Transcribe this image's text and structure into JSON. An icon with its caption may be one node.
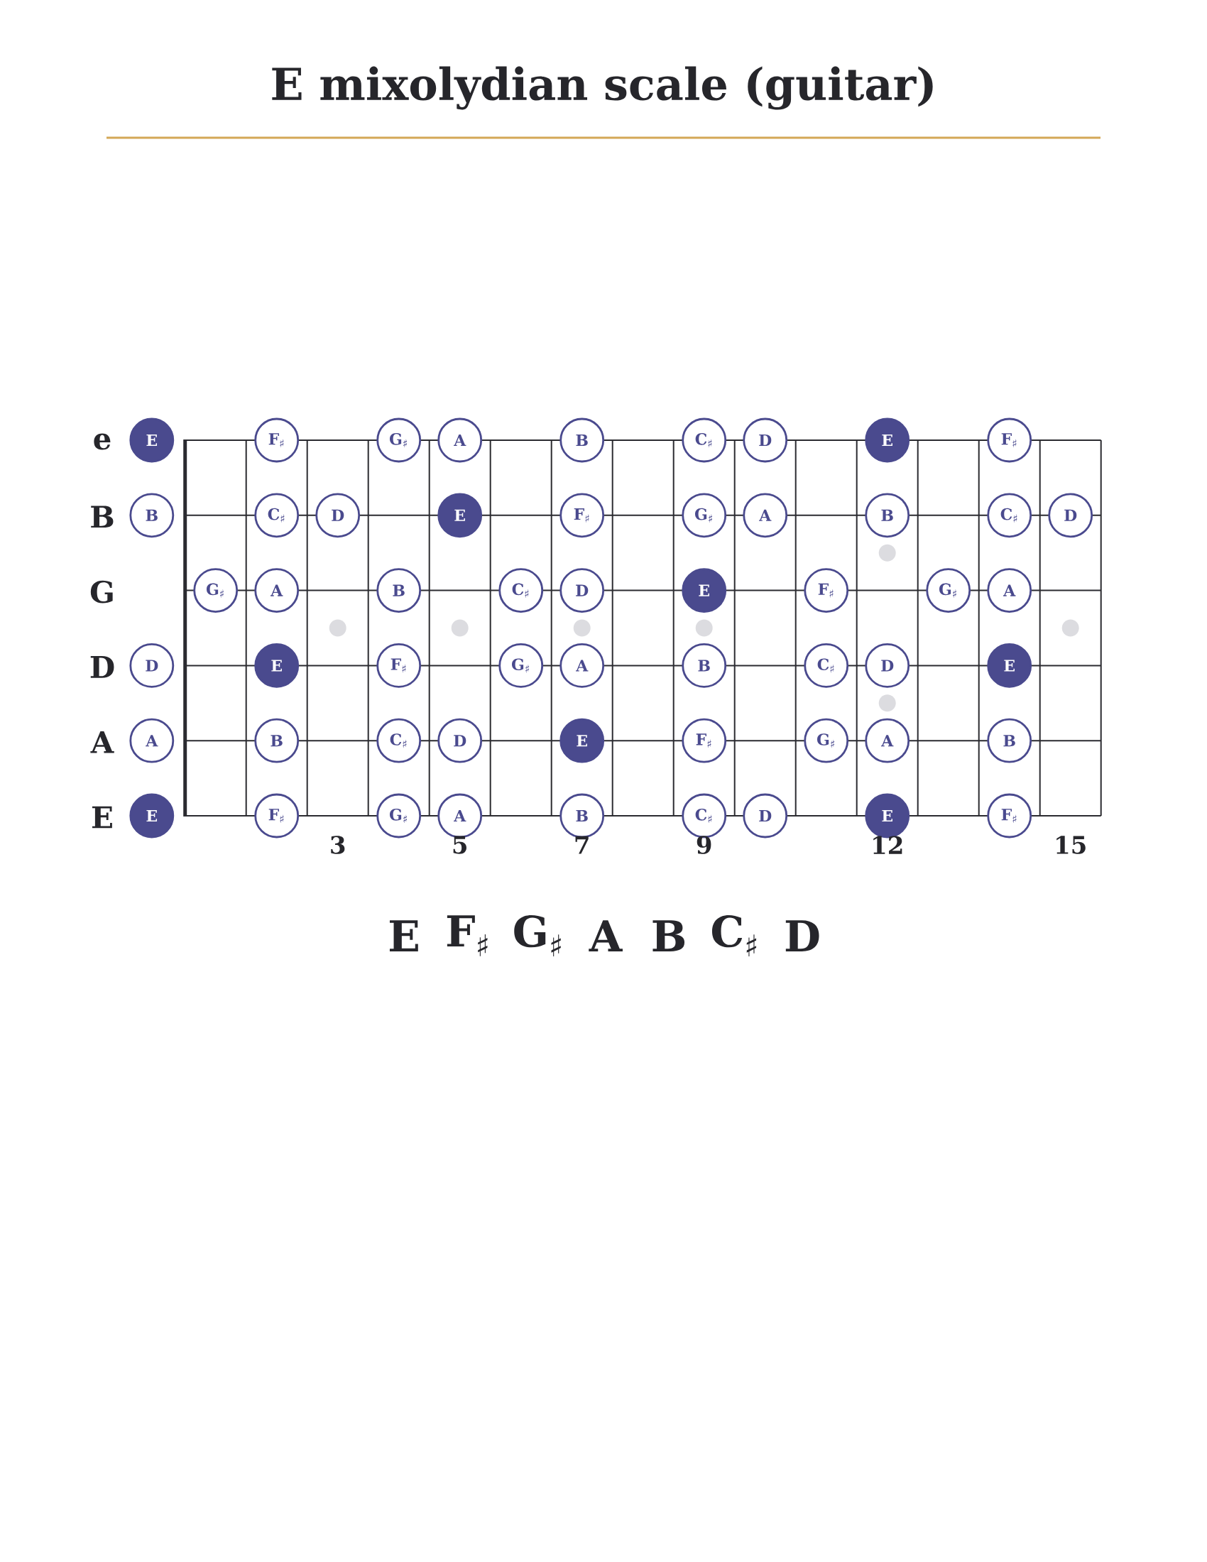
{
  "diagram": {
    "title": "E mixolydian scale (guitar)",
    "nodes": [
      {
        "text": [
          "E"
        ]
      },
      {
        "text": [
          "F$_{♯}$"
        ]
      },
      {
        "text": [
          "G$_{♯}$"
        ]
      },
      {
        "text": [
          "A"
        ]
      },
      {
        "text": [
          "B"
        ]
      },
      {
        "text": [
          "C$_{♯}$"
        ]
      },
      {
        "text": [
          "D"
        ]
      },
      {
        "text": [
          "E"
        ]
      },
      {
        "text": [
          "F$_{♯}$"
        ]
      },
      {
        "text": [
          "B"
        ]
      },
      {
        "text": [
          "C$_{♯}$"
        ]
      },
      {
        "text": [
          "D"
        ]
      },
      {
        "text": [
          "E"
        ]
      },
      {
        "text": [
          "F$_{♯}$"
        ]
      },
      {
        "text": [
          "G$_{♯}$"
        ]
      },
      {
        "text": [
          "A"
        ]
      },
      {
        "text": [
          "B"
        ]
      },
      {
        "text": [
          "C$_{♯}$"
        ]
      },
      {
        "text": [
          "D"
        ]
      },
      {
        "text": [
          "G$_{♯}$"
        ]
      },
      {
        "text": [
          "A"
        ]
      },
      {
        "text": [
          "B"
        ]
      },
      {
        "text": [
          "C$_{♯}$"
        ]
      },
      {
        "text": [
          "D"
        ]
      },
      {
        "text": [
          "E"
        ]
      },
      {
        "text": [
          "F$_{♯}$"
        ]
      },
      {
        "text": [
          "G$_{♯}$"
        ]
      },
      {
        "text": [
          "A"
        ]
      },
      {
        "text": [
          "D"
        ]
      },
      {
        "text": [
          "E"
        ]
      },
      {
        "text": [
          "F$_{♯}$"
        ]
      },
      {
        "text": [
          "G$_{♯}$"
        ]
      },
      {
        "text": [
          "A"
        ]
      },
      {
        "text": [
          "B"
        ]
      },
      {
        "text": [
          "C$_{♯}$"
        ]
      },
      {
        "text": [
          "D"
        ]
      },
      {
        "text": [
          "E"
        ]
      },
      {
        "text": [
          "A"
        ]
      },
      {
        "text": [
          "B"
        ]
      },
      {
        "text": [
          "C$_{♯}$"
        ]
      },
      {
        "text": [
          "D"
        ]
      },
      {
        "text": [
          "E"
        ]
      },
      {
        "text": [
          "F$_{♯}$"
        ]
      },
      {
        "text": [
          "G$_{♯}$"
        ]
      },
      {
        "text": [
          "A"
        ]
      },
      {
        "text": [
          "B"
        ]
      },
      {
        "text": [
          "E"
        ]
      },
      {
        "text": [
          "F$_{♯}$"
        ]
      },
      {
        "text": [
          "G$_{♯}$"
        ]
      },
      {
        "text": [
          "A"
        ]
      },
      {
        "text": [
          "B"
        ]
      },
      {
        "text": [
          "C$_{♯}$"
        ]
      },
      {
        "text": [
          "D"
        ]
      },
      {
        "text": [
          "E"
        ]
      },
      {
        "text": [
          "F$_{♯}$"
        ]
      }
    ],
    "labels": [
      "e",
      "B",
      "G",
      "D",
      "A",
      "E",
      "3",
      "5",
      "7",
      "9",
      "12",
      "15",
      "E",
      "F$_{♯}$",
      "G$_{♯}$",
      "A",
      "B",
      "C$_{♯}$",
      "D"
    ]
  }
}
